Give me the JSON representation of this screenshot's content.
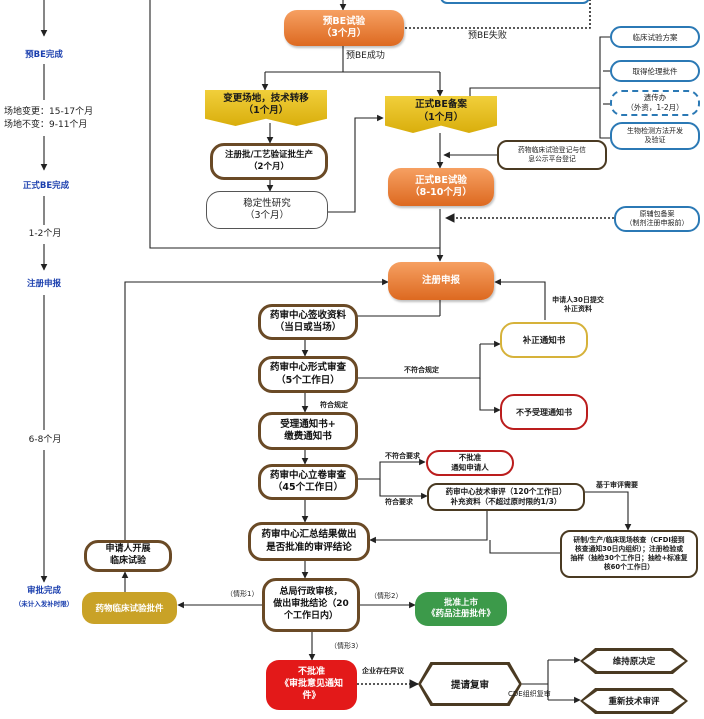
{
  "timeline": {
    "pre_be_done": "预BE完成",
    "site_change": "场地变更：15-17个月",
    "site_same": "场地不变：9-11个月",
    "formal_be_done": "正式BE完成",
    "interval_1_2": "1-2个月",
    "registration": "注册申报",
    "interval_6_8": "6-8个月",
    "approval_done": "审批完成",
    "approval_note": "（未计入发补时限）"
  },
  "nodes": {
    "pre_be": "预BE试验\n（3个月）",
    "change_site": "变更场地，技术转移\n（1个月）",
    "reg_approval": "注册批/工艺验证批生产\n（2个月）",
    "stability": "稳定性研究\n（3个月）",
    "formal_be_filing": "正式BE备案\n（1个月）",
    "formal_be_trial": "正式BE试验\n（8-10个月）",
    "submit": "注册申报",
    "receive": "药审中心签收资料\n（当日或当场）",
    "formal_review": "药审中心形式审查\n（5个工作日）",
    "acceptance": "受理通知书+\n缴费通知书",
    "filing_review": "药审中心立卷审查\n（45个工作日）",
    "summary": "药审中心汇总结果做出\n是否批准的审评结论",
    "final": "总局行政审核，\n做出审批结论（20\n个工作日内）",
    "approved": "批准上市\n《药品注册批件》",
    "rejected": "不批准\n《审批意见通知\n件》",
    "trial_approval": "药物临床试验批件",
    "applicant_trial": "申请人开展\n临床试验",
    "reexam": "提请复审",
    "keep": "维持原决定",
    "retech": "重新技术审评"
  },
  "side_nodes": {
    "clinical_plan": "临床试验方案",
    "ethics": "取得伦理批件",
    "pending": "遗传办\n（外资，1-2月）",
    "bio_method": "生物检测方法开发\n及验证",
    "registry": "药物临床试验登记与信\n息公示平台登记",
    "api_filing": "原辅包备案\n（制剂注册申报前）",
    "supplement_notice": "补正通知书",
    "not_accepted": "不予受理通知书",
    "not_approved_notify": "不批准\n通知申请人",
    "tech_review": "药审中心技术审评（120个工作日）\n补充资料（不超过原时限的1/3）",
    "inspection": "研制/生产/临床现场核查（CFDI接到\n核查通知30日内组织）；注册检验或\n抽样（抽检30个工作日；抽检+标准复\n核60个工作日）"
  },
  "labels": {
    "pre_be_fail": "预BE失败",
    "pre_be_success": "预BE成功",
    "supplement_30d": "申请人30日提交\n补正资料",
    "noncompliant": "不符合规定",
    "compliant": "符合规定",
    "not_meet": "不符合要求",
    "meet": "符合要求",
    "based_on_review": "基于审评需要",
    "case1": "（情形1）",
    "case2": "（情形2）",
    "case3": "（情形3）",
    "objection": "企业存在异议",
    "cde_review": "CDE组织复审"
  },
  "colors": {
    "orange": "#e0732a",
    "yellow": "#e5bd1f",
    "brown": "#6a4a26",
    "blue": "#2b79b5",
    "gold_fill": "#c9a227",
    "green_fill": "#3c9a4a",
    "red_fill": "#e31919",
    "timeline_text": "#1b3fae"
  }
}
